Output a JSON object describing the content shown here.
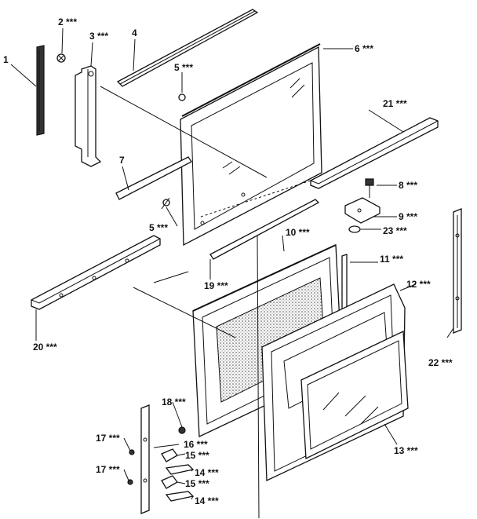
{
  "labels": {
    "p1": "1",
    "p2": "2 ***",
    "p3": "3 ***",
    "p4": "4",
    "p5a": "5 ***",
    "p5b": "5 ***",
    "p6": "6 ***",
    "p7": "7",
    "p8": "8 ***",
    "p9": "9 ***",
    "p10": "10 ***",
    "p11": "11 ***",
    "p12": "12 ***",
    "p13": "13 ***",
    "p14a": "14 ***",
    "p14b": "14 ***",
    "p15a": "15 ***",
    "p15b": "15 ***",
    "p16": "16 ***",
    "p17a": "17 ***",
    "p17b": "17 ***",
    "p18": "18 ***",
    "p19": "19 ***",
    "p20": "20 ***",
    "p21": "21 ***",
    "p22": "22 ***",
    "p23": "23 ***"
  }
}
